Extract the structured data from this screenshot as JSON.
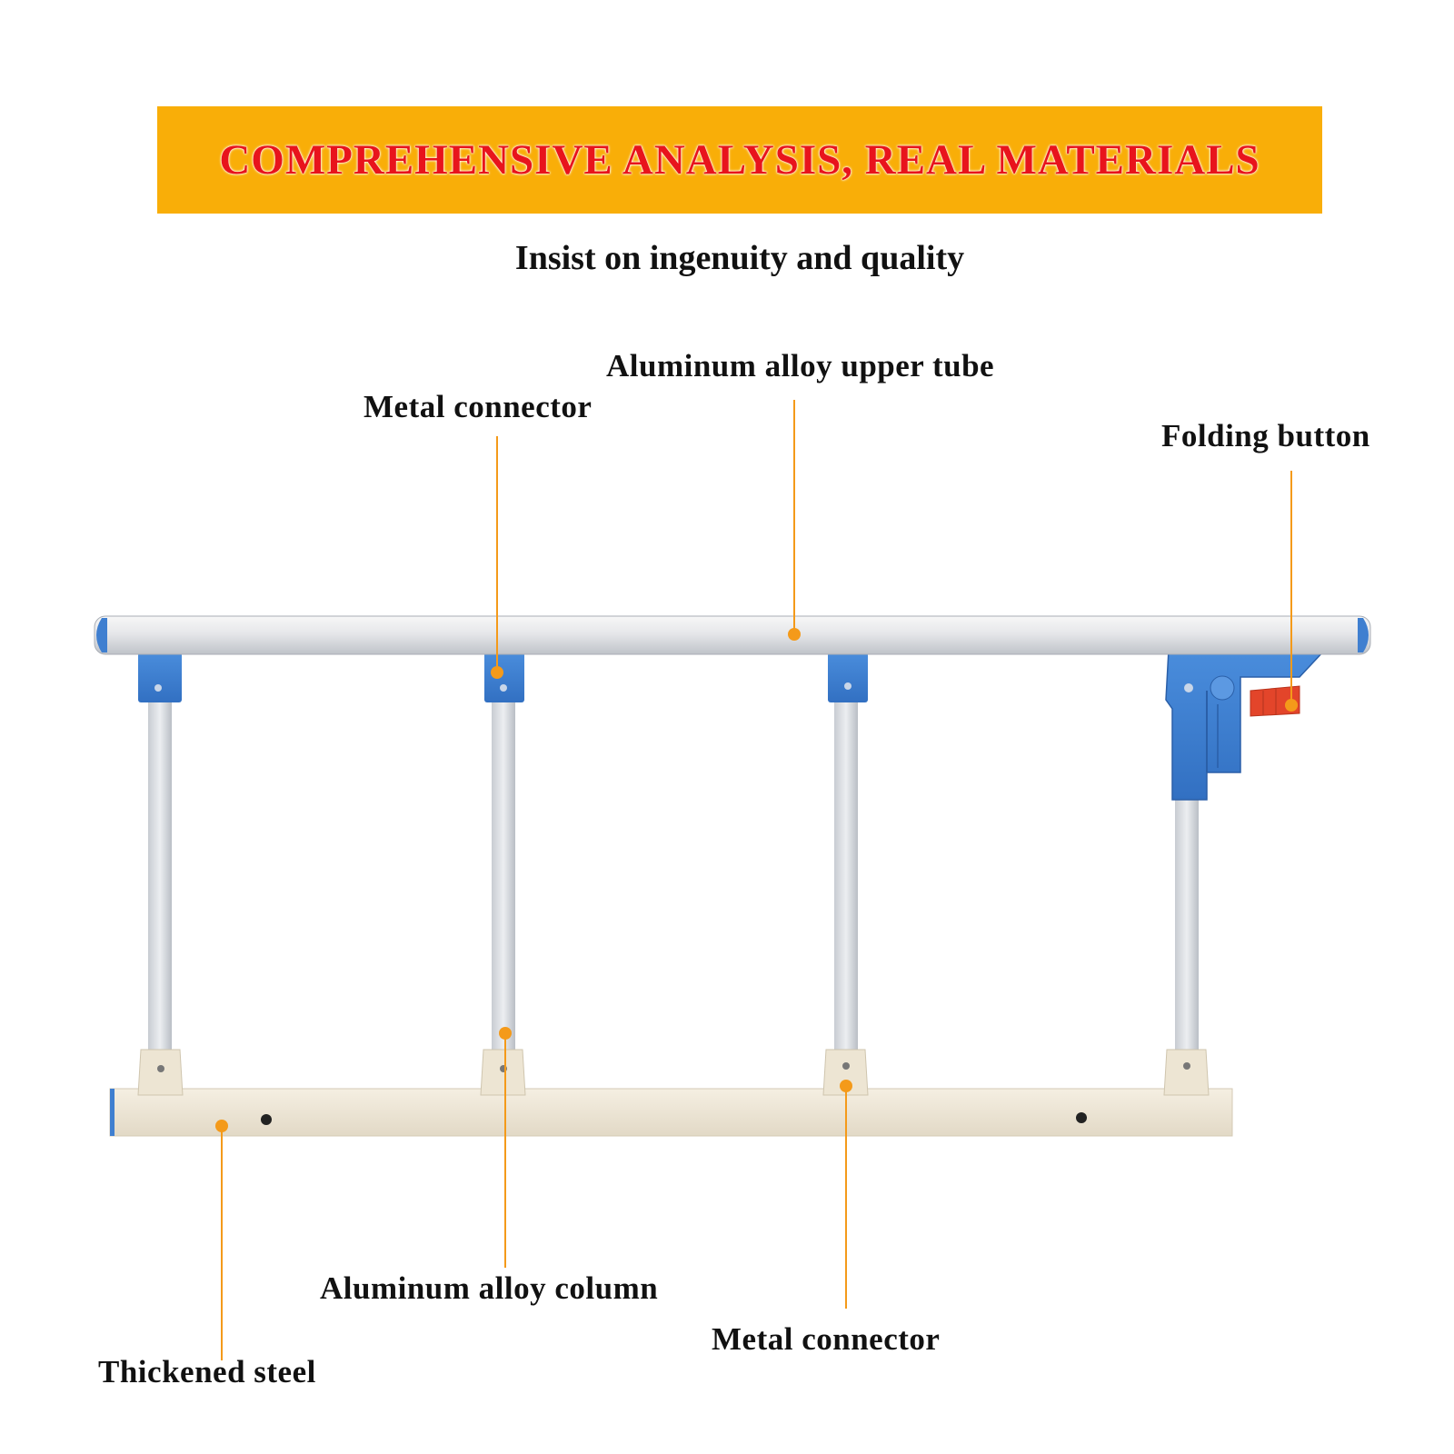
{
  "banner": {
    "title": "COMPREHENSIVE ANALYSIS, REAL MATERIALS"
  },
  "subtitle": "Insist on ingenuity and quality",
  "callouts": {
    "upper_tube": "Aluminum alloy upper tube",
    "metal_connector_top": "Metal connector",
    "folding_button": "Folding button",
    "column": "Aluminum alloy column",
    "metal_connector_bottom": "Metal connector",
    "thickened_steel": "Thickened steel"
  },
  "colors": {
    "banner": "#f9ae08",
    "banner_text": "#e8141c",
    "leader": "#f49a1a",
    "connector_blue": "#3f7fd0",
    "base_beige": "#efe7d6",
    "handle_red": "#e3452a"
  }
}
